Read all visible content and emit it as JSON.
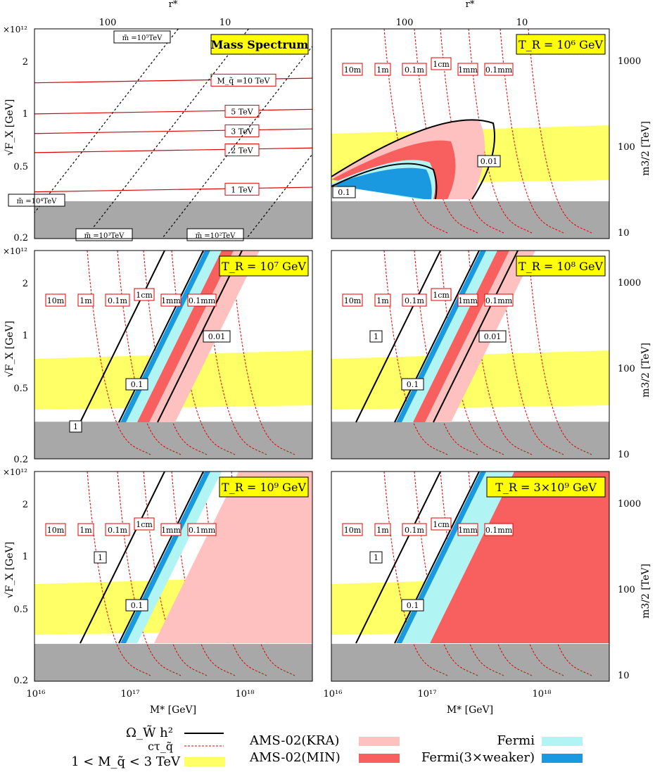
{
  "top_axis": {
    "label": "r*",
    "ticks": [
      "100",
      "10"
    ]
  },
  "x_axis": {
    "label": "M* [GeV]",
    "ticks": [
      "10¹⁶",
      "10¹⁷",
      "10¹⁸"
    ]
  },
  "y_axis": {
    "label": "√F_X [GeV]",
    "multiplier": "×10¹²",
    "ticks": [
      "2",
      "1",
      "0.5",
      "0.2"
    ]
  },
  "right_axis": {
    "label": "m3/2 [TeV]",
    "ticks": [
      "1000",
      "100",
      "10"
    ]
  },
  "panel_titles": [
    "Mass Spectrum",
    "T_R = 10⁶ GeV",
    "T_R = 10⁷ GeV",
    "T_R = 10⁸ GeV",
    "T_R = 10⁹ GeV",
    "T_R = 3×10⁹ GeV"
  ],
  "decay_labels": [
    "10m",
    "1m",
    "0.1m",
    "1cm",
    "1mm",
    "0.1mm"
  ],
  "mass_spectrum": {
    "squark_labels": [
      "M_q̃ =10 TeV",
      "5 TeV",
      "3 TeV",
      "2 TeV",
      "1 TeV"
    ],
    "m_tilde_labels": [
      "m̃ =10⁵TeV",
      "m̃ =10⁴TeV",
      "m̃ =10³TeV",
      "m̃ =10²TeV"
    ]
  },
  "legend": {
    "omega": "Ω_W̃ h²",
    "ctau": "cτ_q̃",
    "mass_band": "1 < M_q̃ < 3 TeV",
    "ams_kra": "AMS-02(KRA)",
    "ams_min": "AMS-02(MIN)",
    "fermi": "Fermi",
    "fermi_weak": "Fermi(3×weaker)"
  },
  "colors": {
    "ams_kra": "#ffc0c0",
    "ams_min": "#f86060",
    "fermi": "#b0f4f4",
    "fermi_weak": "#1a98e0",
    "mass_band": "#ffff66",
    "excluded": "#a8a8a8",
    "omega_line": "#000000",
    "ctau_line": "#e00000",
    "title_box": "#ffff00"
  },
  "chart_data": {
    "type": "multi-panel contour",
    "x_range_GeV": [
      1e+16,
      3e+18
    ],
    "y_range_sqrtFx_1e12GeV": [
      0.2,
      2.8
    ],
    "omega_contour_levels": [
      "0.01",
      "0.1",
      "1"
    ],
    "ctau_contours": [
      "10m",
      "1m",
      "0.1m",
      "1cm",
      "1mm",
      "0.1mm"
    ],
    "squark_mass_contours_TeV": [
      10,
      5,
      3,
      2,
      1
    ],
    "m_tilde_contours_TeV": [
      100000,
      10000,
      1000,
      100
    ],
    "reheating_temperatures_GeV": [
      1000000.0,
      10000000.0,
      100000000.0,
      1000000000.0,
      3000000000.0
    ]
  }
}
